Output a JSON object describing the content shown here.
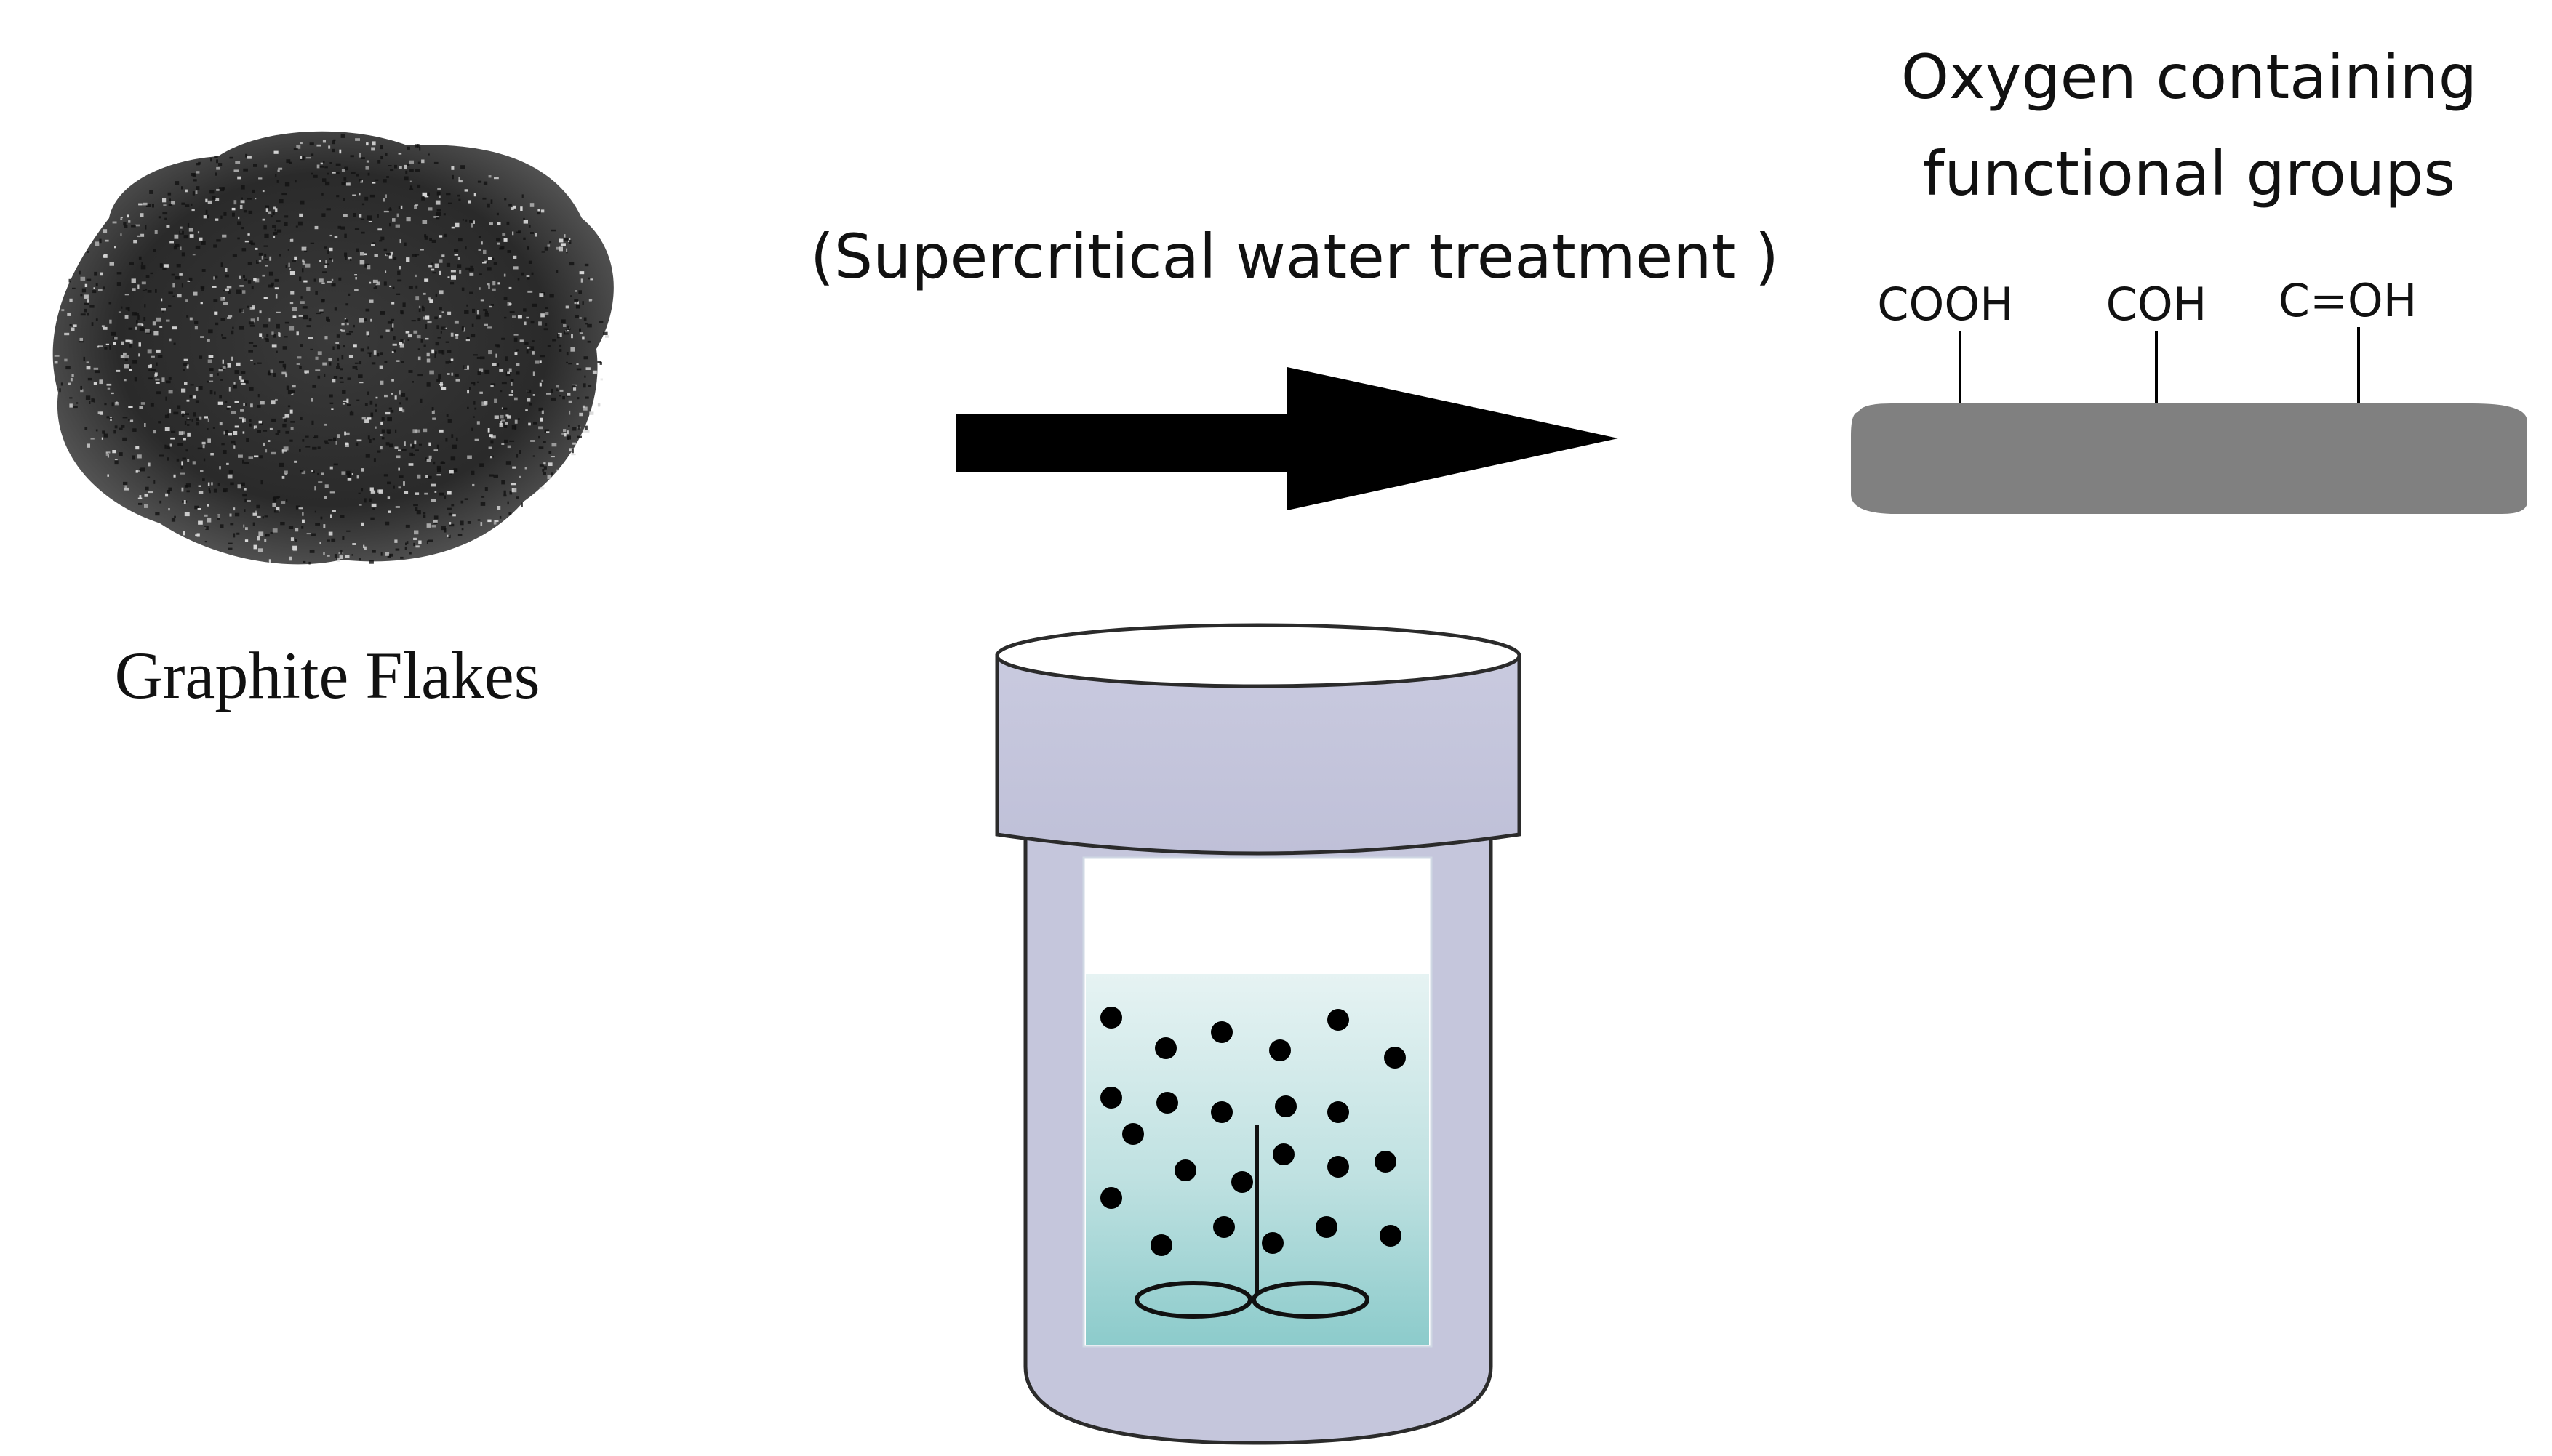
{
  "source": {
    "label": "Graphite Flakes",
    "image": "graphite-flakes-pile"
  },
  "process": {
    "label": "(Supercritical water treatment )",
    "arrow": "right-arrow",
    "vessel": "stirred-reactor-vessel"
  },
  "product": {
    "title_line1": "Oxygen containing",
    "title_line2": "functional groups",
    "groups": [
      "COOH",
      "COH",
      "C=OH"
    ],
    "sheet": "graphene-sheet"
  },
  "colors": {
    "arrow": "#000000",
    "sheet": "#808080",
    "vessel_body": "#c5c6dc",
    "vessel_outline": "#2b2b2b",
    "liquid_top": "#e6f3f3",
    "liquid_bottom": "#8ccbcb",
    "particles": "#000000",
    "graphite_dark": "#222222",
    "graphite_light": "#d8d8d8"
  }
}
